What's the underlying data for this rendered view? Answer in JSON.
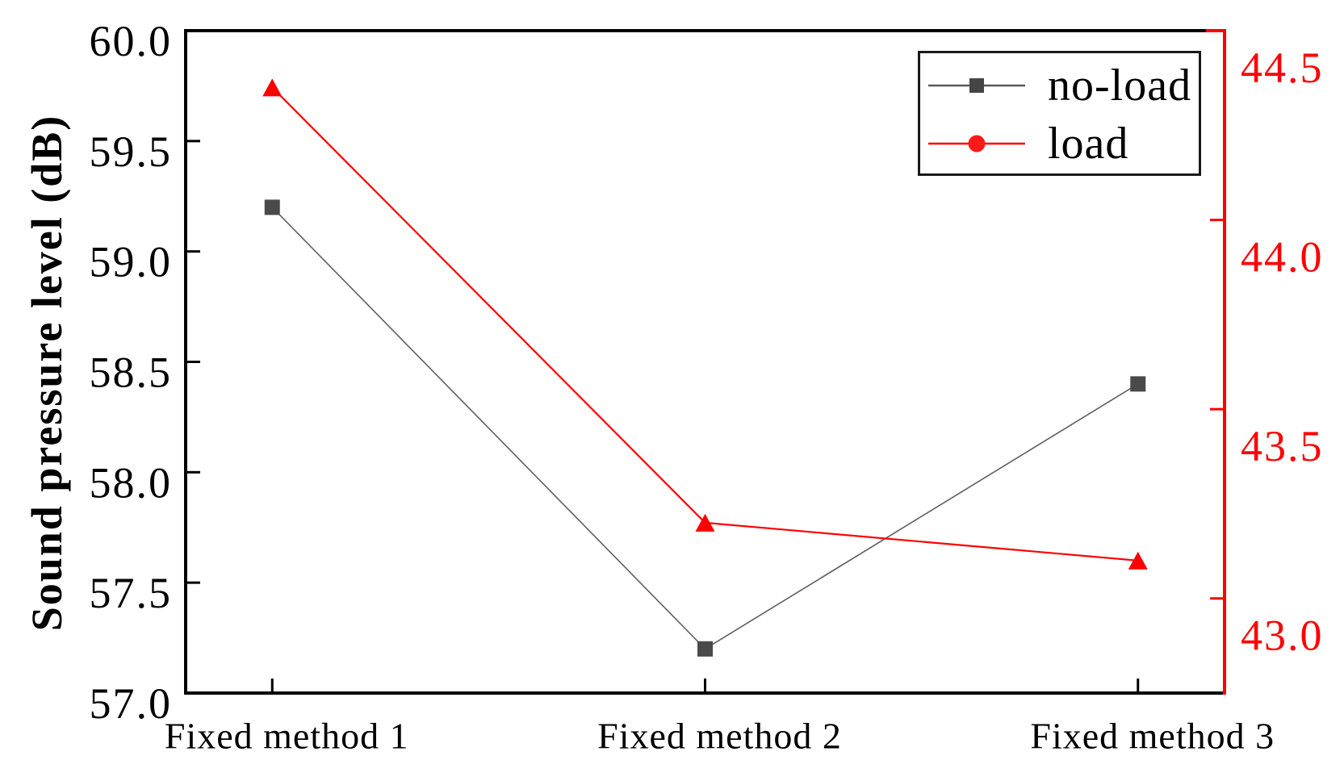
{
  "chart_data": {
    "type": "line",
    "title": "",
    "categories": [
      "Fixed method 1",
      "Fixed method 2",
      "Fixed method 3"
    ],
    "series": [
      {
        "name": "no-load",
        "axis": "left",
        "values": [
          59.2,
          57.2,
          58.4
        ],
        "line_color": "#5f5f5f",
        "marker": "square",
        "marker_color": "#4a4a4a"
      },
      {
        "name": "load",
        "axis": "right",
        "values": [
          44.35,
          43.2,
          43.1
        ],
        "line_color": "#ff0000",
        "marker": "triangle",
        "marker_color": "#ff0000"
      }
    ],
    "left_axis": {
      "label": "Sound pressure level (dB)",
      "min": 57.0,
      "max": 60.0,
      "tick_values": [
        57.0,
        57.5,
        58.0,
        58.5,
        59.0,
        59.5,
        60.0
      ],
      "tick_labels": [
        "57.0",
        "57.5",
        "58.0",
        "58.5",
        "59.0",
        "59.5",
        "60.0"
      ],
      "color": "#000000"
    },
    "right_axis": {
      "min": 42.75,
      "max": 44.5,
      "tick_values": [
        43.0,
        43.5,
        44.0,
        44.5
      ],
      "tick_labels": [
        "43.0",
        "43.5",
        "44.0",
        "44.5"
      ],
      "color": "#ff0000"
    },
    "x_axis": {
      "min": 0.8,
      "max": 3.2,
      "category_positions": [
        1,
        2,
        3
      ]
    },
    "legend": {
      "position": "top-right",
      "entries": [
        {
          "label": "no-load",
          "line_color": "#595959",
          "marker": "square",
          "marker_color": "#454545"
        },
        {
          "label": "load",
          "line_color": "#ff0000",
          "marker": "circle",
          "marker_color": "#ff1a1a"
        }
      ]
    },
    "grid": false
  }
}
